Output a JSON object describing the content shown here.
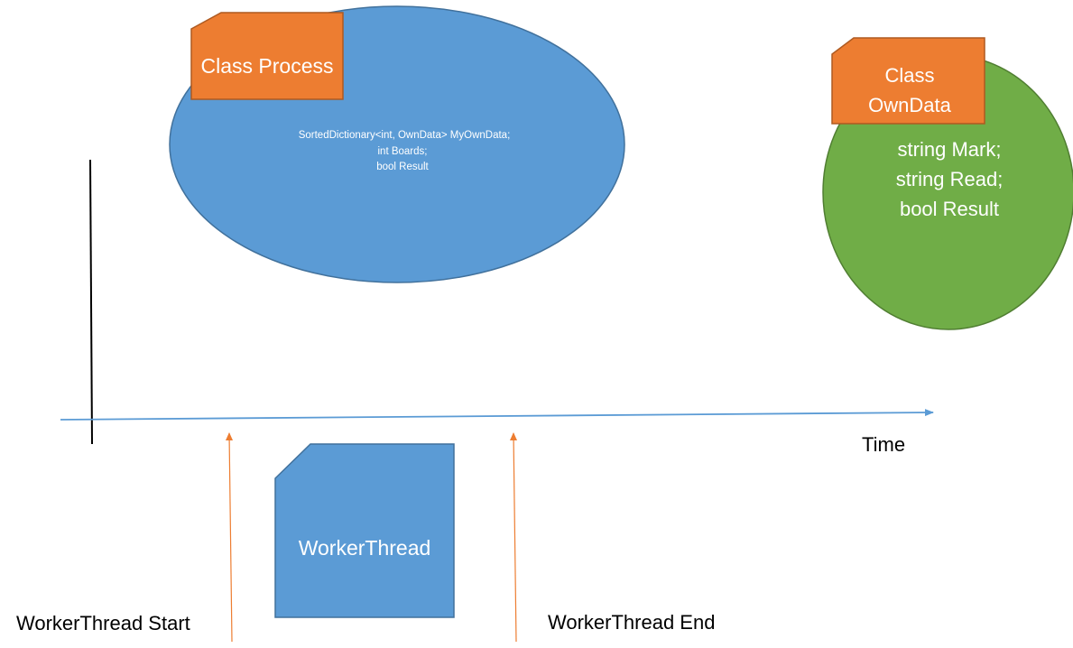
{
  "process": {
    "label": "Class Process",
    "lines": [
      "SortedDictionary<int, OwnData> MyOwnData;",
      "int Boards;",
      "bool Result"
    ]
  },
  "owndata": {
    "label_lines": [
      "Class",
      "OwnData"
    ],
    "lines": [
      "string Mark;",
      "string Read;",
      "bool Result"
    ]
  },
  "timeline": {
    "label": "Time"
  },
  "worker": {
    "label": "WorkerThread",
    "start_label": "WorkerThread Start",
    "end_label": "WorkerThread End"
  },
  "colors": {
    "blue": "#5B9BD5",
    "blue_stroke": "#41719C",
    "orange": "#ED7D31",
    "orange_stroke": "#AE5A21",
    "green": "#70AD47",
    "green_stroke": "#507E32",
    "axis": "#5B9BD5",
    "arrow": "#ED7D31"
  }
}
